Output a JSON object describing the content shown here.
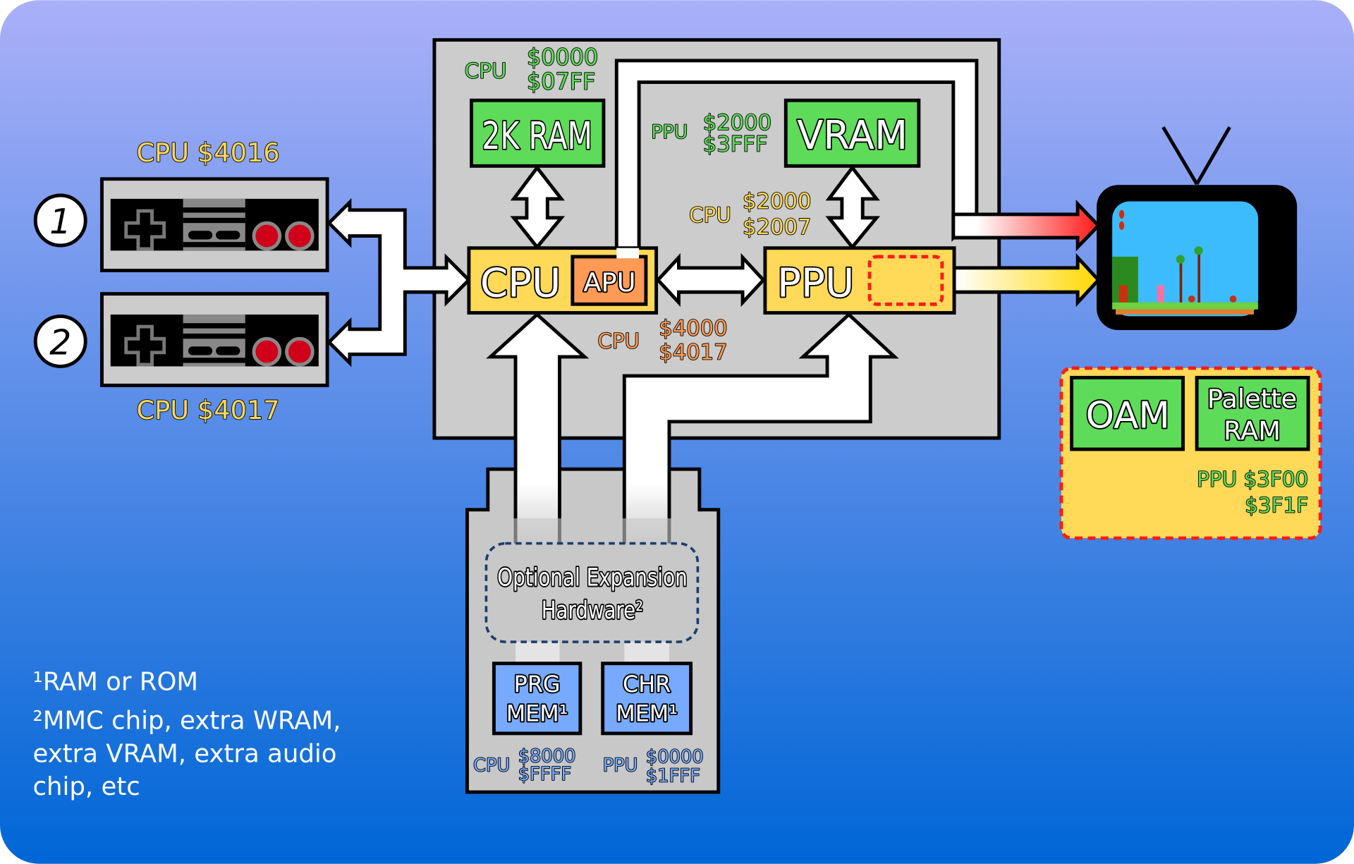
{
  "colors": {
    "background_top": "#aab0f8",
    "background_bottom": "#0066d6",
    "console_gray": "#cccccc",
    "memory_green": "#5edb59",
    "chip_yellow": "#ffd957",
    "apu_orange": "#ff9a55",
    "cartridge_memory_blue": "#77aaff",
    "tv_screen": "#3cbcfc",
    "video_arrow_red": "#ff1a1a",
    "video_arrow_yellow": "#ffd800",
    "ppu_internal_dash": "#ff1a1a"
  },
  "icons": [
    "nes-controller-icon",
    "tv-icon",
    "dpad-icon"
  ],
  "controllers": {
    "port1_number": "1",
    "port2_number": "2",
    "port1_address": "CPU $4016",
    "port2_address": "CPU $4017"
  },
  "console": {
    "ram": {
      "label": "2K RAM",
      "bus": "CPU",
      "start": "$0000",
      "end": "$07FF"
    },
    "vram": {
      "label": "VRAM",
      "bus": "PPU",
      "start": "$2000",
      "end": "$3FFF"
    },
    "cpu": {
      "label": "CPU"
    },
    "apu": {
      "label": "APU",
      "bus": "CPU",
      "start": "$4000",
      "end": "$4017"
    },
    "ppu": {
      "label": "PPU",
      "bus": "CPU",
      "start": "$2000",
      "end": "$2007"
    }
  },
  "ppu_internal": {
    "oam": "OAM",
    "palette_line1": "Palette",
    "palette_line2": "RAM",
    "bus": "PPU",
    "start": "$3F00",
    "end": "$3F1F"
  },
  "cartridge": {
    "expansion_line1": "Optional Expansion",
    "expansion_line2": "Hardware²",
    "prg": {
      "line1": "PRG",
      "line2": "MEM¹",
      "bus": "CPU",
      "start": "$8000",
      "end": "$FFFF"
    },
    "chr": {
      "line1": "CHR",
      "line2": "MEM¹",
      "bus": "PPU",
      "start": "$0000",
      "end": "$1FFF"
    }
  },
  "footnotes": {
    "note1": "¹RAM or ROM",
    "note2_line1": "²MMC chip, extra WRAM,",
    "note2_line2": "extra VRAM, extra audio",
    "note2_line3": "chip, etc"
  }
}
